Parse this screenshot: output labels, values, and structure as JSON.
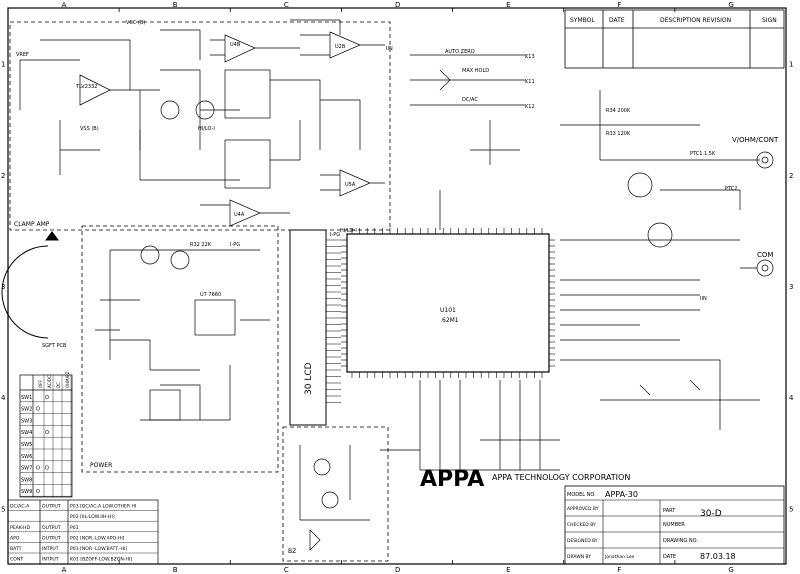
{
  "border": {
    "cols": [
      "A",
      "B",
      "C",
      "D",
      "E",
      "F",
      "G"
    ],
    "rows": [
      "1",
      "2",
      "3",
      "4",
      "5"
    ]
  },
  "revision": {
    "headers": [
      "SYMBOL",
      "DATE",
      "DESCRIPTION REVISION",
      "SIGN"
    ]
  },
  "blocks": {
    "clamp_amp": "CLAMP AMP",
    "power": "POWER",
    "sgft_pcb": "SGFT PCB",
    "lcd": "30 LCD",
    "ic_ref": "U101",
    "ic_part": "62M1"
  },
  "labels": {
    "vcc_b": "VCC (B)",
    "vss_b": "VSS (B)",
    "vref": "VREF",
    "tlv2332": "TLV2332",
    "u4b": "U4B",
    "u2b": "U2B",
    "u4a": "U4A",
    "u5a": "U5A",
    "hi_lo_i": "HI/LO-I",
    "auto_zero": "AUTO ZERO",
    "max_hold": "MAX HOLD",
    "dc_ac": "DC/AC",
    "k13": "K13",
    "k11": "K11",
    "k12": "K12",
    "v_ohm_cont": "V/OHM/CONT",
    "com": "COM",
    "ptc1": "PTC1 1.5K",
    "ptc2": "PTC2",
    "r34": "R34 200K",
    "r33": "R33 120K",
    "u7": "U7 7660",
    "bz": "BZ",
    "i_pg": "I-PG",
    "r32": "R32 22K",
    "i_pg_mid": "I-PG",
    "iin": "IIN"
  },
  "switch_table": {
    "col_headers": [
      "OFF",
      "AC/DC",
      "DC",
      "OHM/BZ"
    ],
    "rows": [
      "SW1",
      "SW2",
      "SW3",
      "SW4",
      "SW5",
      "SW6",
      "SW7",
      "SW8",
      "SW9"
    ],
    "marks": [
      [
        "",
        "O",
        "",
        ""
      ],
      [
        "O",
        "",
        "",
        ""
      ],
      [
        "",
        "",
        "",
        ""
      ],
      [
        "",
        "O",
        "",
        ""
      ],
      [
        "",
        "",
        "",
        ""
      ],
      [
        "",
        "",
        "",
        ""
      ],
      [
        "O",
        "O",
        "",
        ""
      ],
      [
        "",
        "",
        "",
        ""
      ],
      [
        "O",
        "",
        "",
        ""
      ]
    ]
  },
  "io_table": [
    {
      "name": "DC/AC-A",
      "dir": "OUTPUT",
      "desc": "P03 [DC/AC-A LOW.OTHER HI"
    },
    {
      "name": "",
      "dir": "",
      "desc": "P02 [IIL-LOW.IIH-HI]"
    },
    {
      "name": "PEAK-HD",
      "dir": "OUTPUT",
      "desc": "P01"
    },
    {
      "name": "APO",
      "dir": "OUTPUT",
      "desc": "P02 [NOR.-LOW.APO-HI]"
    },
    {
      "name": "BATT",
      "dir": "INTPUT",
      "desc": "P03 [NOR.-LOW.BATT.-HI]"
    },
    {
      "name": "CONT",
      "dir": "INTPUT",
      "desc": "K01 [BZOFF-LOW.BZON-HI]"
    }
  ],
  "title_block": {
    "brand": "APPA",
    "company": "APPA TECHNOLOGY CORPORATION",
    "model_label": "MODEL NO.",
    "model": "APPA-30",
    "approved": "APPROVED BY",
    "checked": "CHECKED BY",
    "designed": "DESIGNED BY",
    "drawn": "DRAWN BY",
    "drawn_name": "Jonathan Lee",
    "part_label": "PART",
    "number_label": "NUMBER",
    "part_no": "30-D",
    "drawing_label": "DRAWING NO.",
    "date_label": "DATE",
    "date": "87.03.18"
  }
}
